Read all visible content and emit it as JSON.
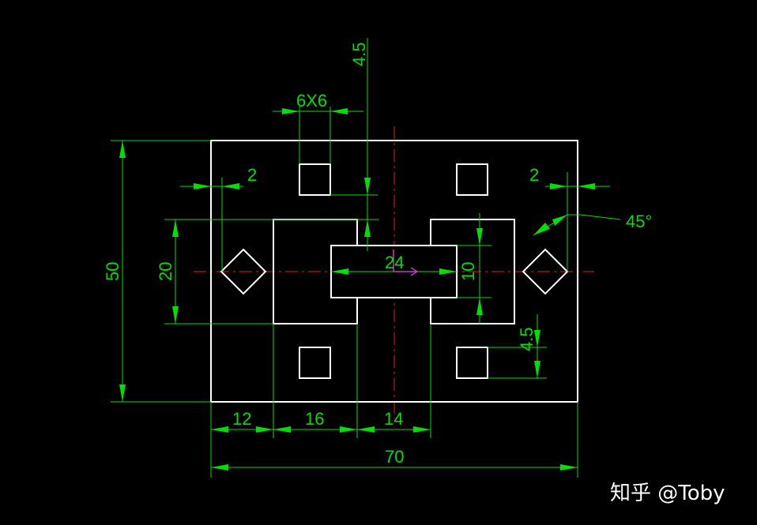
{
  "dimensions": {
    "d_4_5_top": "4.5",
    "d_6x6": "6X6",
    "d_2_left": "2",
    "d_2_right": "2",
    "d_45deg": "45°",
    "d_50": "50",
    "d_20": "20",
    "d_24": "24",
    "d_10": "10",
    "d_4_5_right": "4.5",
    "d_12": "12",
    "d_16": "16",
    "d_14": "14",
    "d_70": "70"
  },
  "watermark": "知乎 @Toby",
  "colors": {
    "background": "#000000",
    "geometry": "#ffffff",
    "dimension": "#00e000",
    "centerline": "#e0202a",
    "cursor": "#c040c0"
  }
}
